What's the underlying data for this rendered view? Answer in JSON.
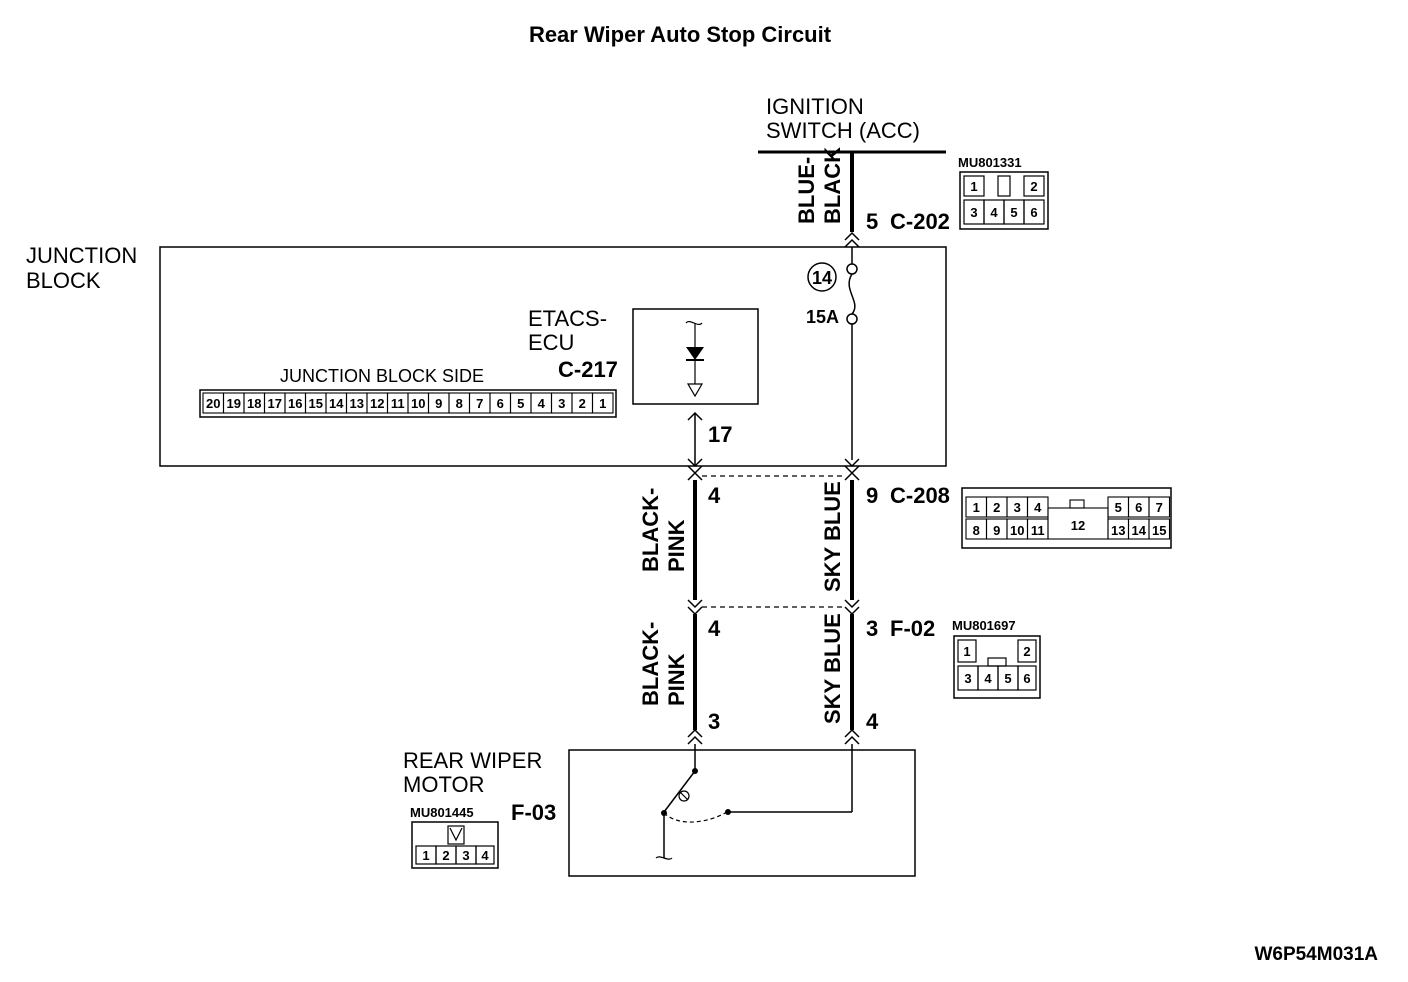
{
  "title": "Rear Wiper Auto Stop Circuit",
  "figure_id": "W6P54M031A",
  "ignition_switch": {
    "line1": "IGNITION",
    "line2": "SWITCH (ACC)"
  },
  "junction_block": {
    "line1": "JUNCTION",
    "line2": "BLOCK"
  },
  "etacs": {
    "line1": "ETACS-",
    "line2": "ECU",
    "connector": "C-217",
    "pin": "17"
  },
  "junction_block_side": {
    "label": "JUNCTION BLOCK SIDE",
    "pins": [
      "20",
      "19",
      "18",
      "17",
      "16",
      "15",
      "14",
      "13",
      "12",
      "11",
      "10",
      "9",
      "8",
      "7",
      "6",
      "5",
      "4",
      "3",
      "2",
      "1"
    ]
  },
  "fuse": {
    "number": "14",
    "rating": "15A"
  },
  "connectors": {
    "c202": {
      "pin": "5",
      "name": "C-202",
      "part": "MU801331",
      "row1": [
        "1",
        "2"
      ],
      "row2": [
        "3",
        "4",
        "5",
        "6"
      ]
    },
    "c208": {
      "pin_left": "4",
      "pin_right": "9",
      "name": "C-208",
      "row1": [
        "1",
        "2",
        "3",
        "4",
        "5",
        "6",
        "7"
      ],
      "row2": [
        "8",
        "9",
        "10",
        "11",
        "13",
        "14",
        "15"
      ],
      "center": "12"
    },
    "f02": {
      "pin_left": "4",
      "pin_right": "3",
      "name": "F-02",
      "part": "MU801697",
      "row1": [
        "1",
        "2"
      ],
      "row2": [
        "3",
        "4",
        "5",
        "6"
      ]
    },
    "f03": {
      "pin_left": "3",
      "pin_right": "4",
      "name": "F-03",
      "part": "MU801445",
      "pins": [
        "1",
        "2",
        "3",
        "4"
      ]
    }
  },
  "wires": {
    "blue_black": {
      "line1": "BLUE-",
      "line2": "BLACK"
    },
    "black_pink_1": {
      "line1": "BLACK-",
      "line2": "PINK"
    },
    "black_pink_2": {
      "line1": "BLACK-",
      "line2": "PINK"
    },
    "sky_blue_1": "SKY BLUE",
    "sky_blue_2": "SKY BLUE"
  },
  "rear_wiper_motor": {
    "line1": "REAR WIPER",
    "line2": "MOTOR"
  }
}
